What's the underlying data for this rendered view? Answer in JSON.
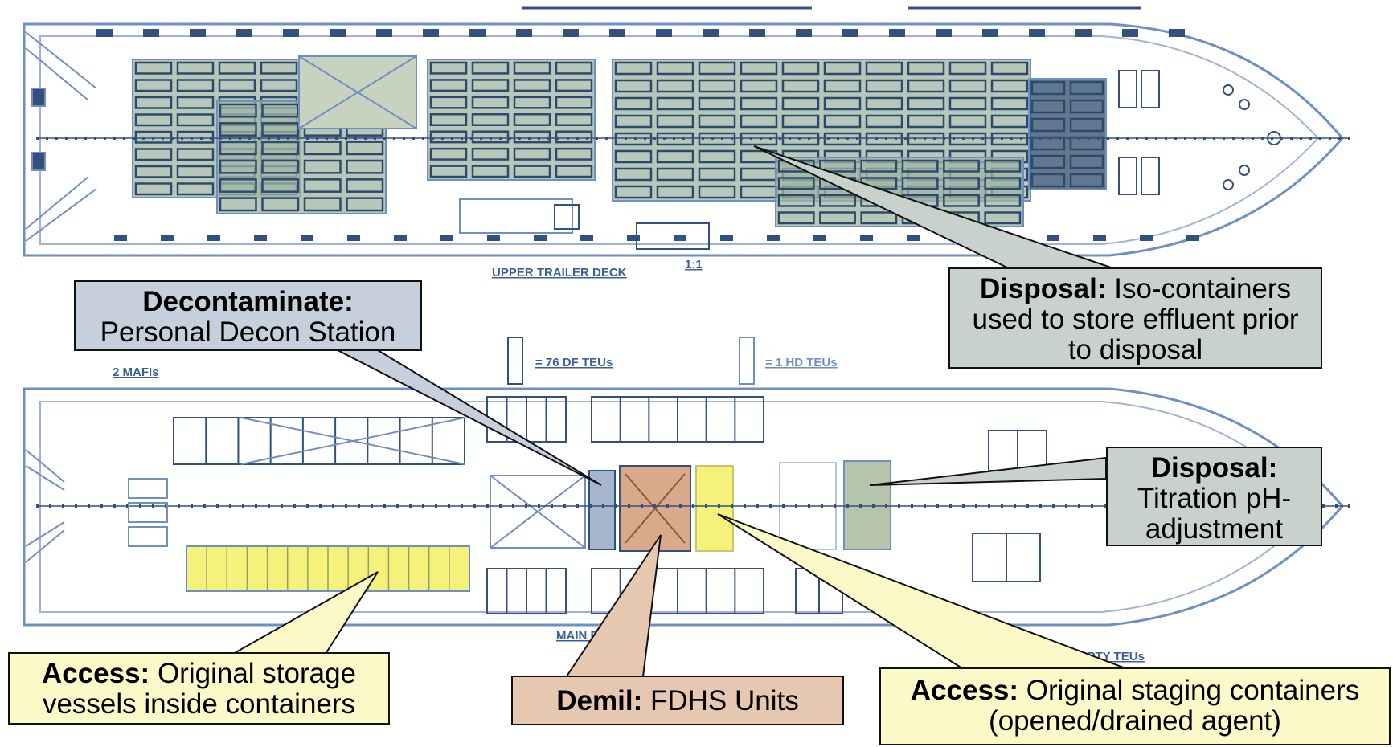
{
  "colors": {
    "plan_line": "#6e8fc2",
    "plan_dark": "#33507e",
    "container_fill": "#9fb5a4",
    "container_dark": "#2e4a6b",
    "decon_fill": "#c6cfdc",
    "demil_fill": "#e6c8b0",
    "access_fill": "#fbf9c8",
    "disposal_fill": "#c9d1cc",
    "yellow_block": "#f4f27a",
    "tan_block": "#d9a989",
    "blue_block": "#a6b6cc",
    "sage_block": "#b7c4ac"
  },
  "plans": {
    "upper_deck_label": "UPPER TRAILER DECK",
    "scale_label": "1:1",
    "main_deck_label": "MAIN  R DECK",
    "mafis_label": "2 MAFIs",
    "df_legend": "= 76 DF TEUs",
    "hd_legend": "= 1 HD TEUs",
    "empty_label": "EMPTY TEUs"
  },
  "callouts": {
    "decon": {
      "bold": "Decontaminate:",
      "text": "Personal Decon Station"
    },
    "disposal_iso": {
      "bold": "Disposal:",
      "text": "Iso-containers used to store effluent prior to disposal"
    },
    "disposal_ph": {
      "bold": "Disposal:",
      "text": "Titration pH-adjustment"
    },
    "access_storage": {
      "bold": "Access:",
      "text": "Original storage vessels inside containers"
    },
    "demil": {
      "bold": "Demil:",
      "text": "FDHS Units"
    },
    "access_staging": {
      "bold": "Access:",
      "text": "Original staging containers (opened/drained agent)"
    }
  }
}
